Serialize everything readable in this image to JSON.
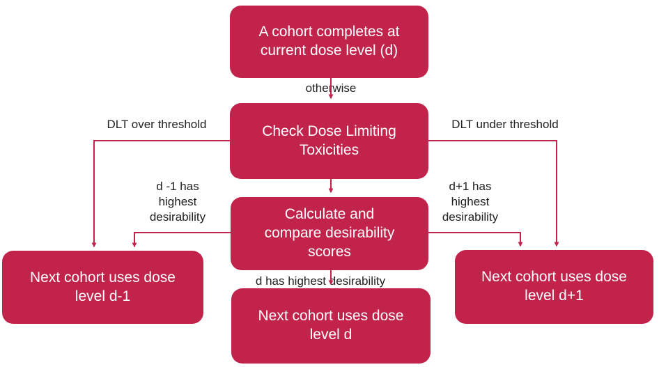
{
  "diagram": {
    "type": "flowchart",
    "colors": {
      "node_fill": "#c2234b",
      "node_text": "#ffffff",
      "edge_line": "#c2234b",
      "edge_label_text": "#212121",
      "background": "#ffffff"
    },
    "nodes": {
      "start": {
        "label": "A cohort completes at\ncurrent dose level (d)"
      },
      "check": {
        "label": "Check Dose Limiting\nToxicities"
      },
      "calc": {
        "label": "Calculate and\ncompare desirability\nscores"
      },
      "dminus": {
        "label": "Next cohort uses dose\nlevel d-1"
      },
      "dsame": {
        "label": "Next cohort uses dose\nlevel d"
      },
      "dplus": {
        "label": "Next cohort uses dose\nlevel d+1"
      }
    },
    "edges": {
      "otherwise": {
        "label": "otherwise"
      },
      "dlt_over": {
        "label": "DLT over threshold"
      },
      "dlt_under": {
        "label": "DLT under threshold"
      },
      "d_minus": {
        "label": "d -1 has\nhighest\ndesirability"
      },
      "d_plus": {
        "label": "d+1 has\nhighest\ndesirability"
      },
      "d_same": {
        "label": "d has highest desirability"
      }
    }
  }
}
